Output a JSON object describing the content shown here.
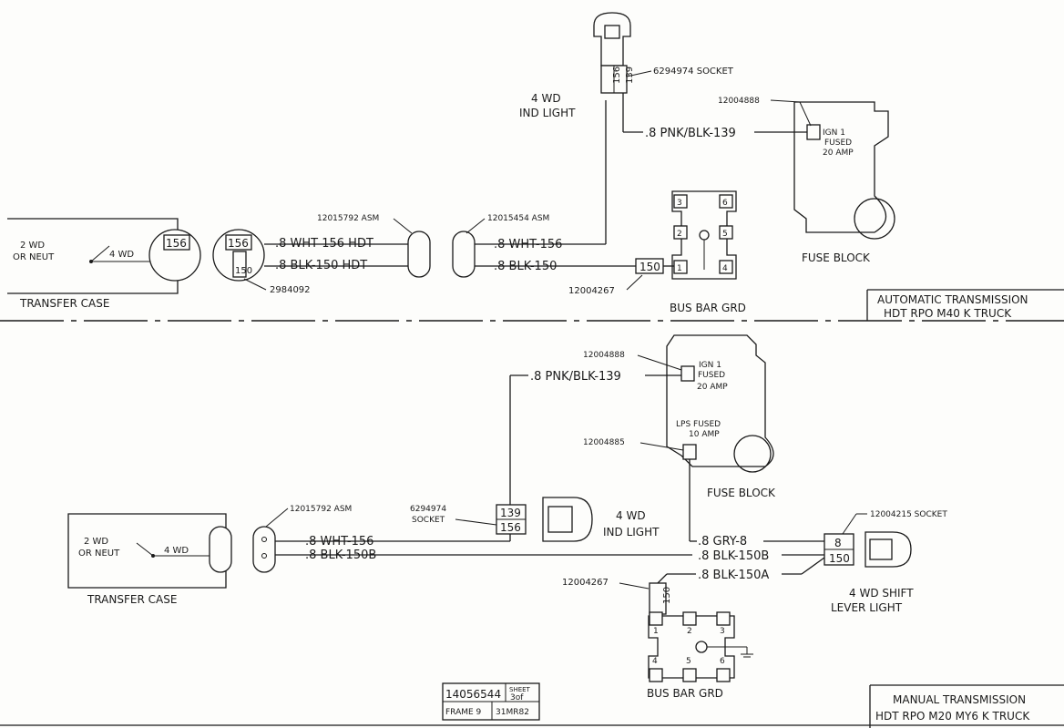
{
  "top": {
    "indicator_socket_part": "6294974 SOCKET",
    "socket_wire_a": "156",
    "socket_wire_b": "139",
    "ind_light_line1": "4 WD",
    "ind_light_line2": "IND LIGHT",
    "fuse_block_part": "12004888",
    "fuse_ign_line1": "IGN 1",
    "fuse_ign_line2": "FUSED",
    "fuse_ign_line3": "20 AMP",
    "fuse_block_label": "FUSE BLOCK",
    "wire_pnk_blk": ".8 PNK/BLK-139",
    "connector_a_part": "12015792 ASM",
    "connector_b_part": "12015454 ASM",
    "wire_wht_hdt": ".8 WHT 156 HDT",
    "wire_blk_hdt": ".8 BLK-150 HDT",
    "wire_wht": ".8 WHT-156",
    "wire_blk": ".8 BLK-150",
    "transfer_switch_part": "2984092",
    "ground_part": "12004267",
    "ground_terminal": "150",
    "bus_bar_label": "BUS BAR GRD",
    "switch_2wd_line1": "2 WD",
    "switch_2wd_line2": "OR NEUT",
    "switch_4wd": "4 WD",
    "transfer_case_label": "TRANSFER CASE",
    "title_line1": "AUTOMATIC TRANSMISSION",
    "title_line2": "HDT RPO M40 K TRUCK"
  },
  "bottom": {
    "fuse_part_ign": "12004888",
    "fuse_part_lps": "12004885",
    "fuse_ign_line1": "IGN 1",
    "fuse_ign_line2": "FUSED",
    "fuse_ign_line3": "20 AMP",
    "fuse_lps_line1": "LPS FUSED",
    "fuse_lps_line2": "10 AMP",
    "fuse_block_label": "FUSE BLOCK",
    "wire_pnk_blk": ".8 PNK/BLK-139",
    "socket_part_line1": "6294974",
    "socket_part_line2": "SOCKET",
    "socket_wire_a": "139",
    "socket_wire_b": "156",
    "ind_light_line1": "4 WD",
    "ind_light_line2": "IND LIGHT",
    "connector_part": "12015792 ASM",
    "wire_wht": ".8 WHT-156",
    "wire_blk_150b": ".8 BLK-150B",
    "wire_gry": ".8 GRY-8",
    "wire_blk_150b_right": ".8 BLK-150B",
    "wire_blk_150a": ".8 BLK-150A",
    "shift_socket_part": "12004215 SOCKET",
    "shift_terminal_a": "8",
    "shift_terminal_b": "150",
    "shift_light_line1": "4 WD SHIFT",
    "shift_light_line2": "LEVER LIGHT",
    "ground_part": "12004267",
    "ground_terminal": "150",
    "bus_bar_label": "BUS BAR GRD",
    "switch_2wd_line1": "2 WD",
    "switch_2wd_line2": "OR NEUT",
    "switch_4wd": "4 WD",
    "transfer_case_label": "TRANSFER CASE",
    "title_line1": "MANUAL TRANSMISSION",
    "title_line2": "HDT RPO M20 MY6 K TRUCK",
    "frame_number": "14056544",
    "frame_sheet_line1": "SHEET",
    "frame_sheet_line2": "3of",
    "frame_label": "FRAME 9",
    "frame_date": "31MR82"
  },
  "bus_terminals_top": [
    "3",
    "6",
    "2",
    "5",
    "1",
    "4"
  ],
  "bus_terminals_bottom": [
    "1",
    "2",
    "3",
    "4",
    "5",
    "6"
  ]
}
